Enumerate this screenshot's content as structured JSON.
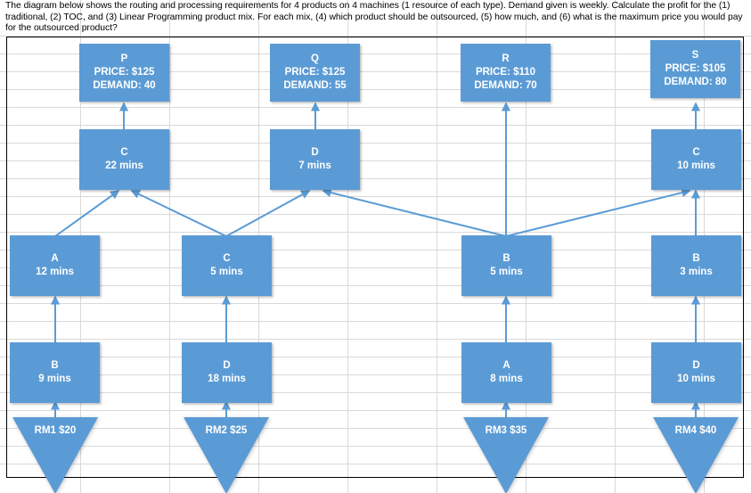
{
  "prompt": {
    "text": "The diagram below shows the routing and processing requirements for 4 products on 4 machines (1 resource of each type). Demand given is weekly. Calculate the profit for the (1) traditional, (2) TOC, and (3) Linear Programming product mix. For each mix, (4) which product should be outsourced, (5) how much, and (6) what is the maximum price you would pay for the outsourced product?"
  },
  "theme": {
    "node_fill": "#5B9BD5",
    "node_text": "#FFFFFF",
    "edge_color": "#5B9BD5",
    "frame_border": "#000000",
    "gridline": "#D9D9D9"
  },
  "diagram": {
    "type": "routing-network",
    "products": [
      {
        "id": "P",
        "name": "P",
        "price_label": "PRICE: $125",
        "demand_label": "DEMAND: 40",
        "price": 125,
        "demand": 40
      },
      {
        "id": "Q",
        "name": "Q",
        "price_label": "PRICE: $125",
        "demand_label": "DEMAND: 55",
        "price": 125,
        "demand": 55
      },
      {
        "id": "R",
        "name": "R",
        "price_label": "PRICE: $110",
        "demand_label": "DEMAND: 70",
        "price": 110,
        "demand": 70
      },
      {
        "id": "S",
        "name": "S",
        "price_label": "PRICE: $105",
        "demand_label": "DEMAND: 80",
        "price": 105,
        "demand": 80
      }
    ],
    "operations_row2": [
      {
        "id": "op-c22",
        "machine": "C",
        "time_label": "22 mins",
        "minutes": 22
      },
      {
        "id": "op-d7",
        "machine": "D",
        "time_label": "7 mins",
        "minutes": 7
      },
      {
        "id": "op-c10",
        "machine": "C",
        "time_label": "10 mins",
        "minutes": 10
      }
    ],
    "operations_row3": [
      {
        "id": "op-a12",
        "machine": "A",
        "time_label": "12 mins",
        "minutes": 12
      },
      {
        "id": "op-c5",
        "machine": "C",
        "time_label": "5 mins",
        "minutes": 5
      },
      {
        "id": "op-b5",
        "machine": "B",
        "time_label": "5 mins",
        "minutes": 5
      },
      {
        "id": "op-b3",
        "machine": "B",
        "time_label": "3 mins",
        "minutes": 3
      }
    ],
    "operations_row4": [
      {
        "id": "op-b9",
        "machine": "B",
        "time_label": "9 mins",
        "minutes": 9
      },
      {
        "id": "op-d18",
        "machine": "D",
        "time_label": "18 mins",
        "minutes": 18
      },
      {
        "id": "op-a8",
        "machine": "A",
        "time_label": "8 mins",
        "minutes": 8
      },
      {
        "id": "op-d10",
        "machine": "D",
        "time_label": "10 mins",
        "minutes": 10
      }
    ],
    "raw_materials": [
      {
        "id": "RM1",
        "name": "RM1",
        "cost_label": "$20",
        "cost": 20
      },
      {
        "id": "RM2",
        "name": "RM2",
        "cost_label": "$25",
        "cost": 25
      },
      {
        "id": "RM3",
        "name": "RM3",
        "cost_label": "$35",
        "cost": 35
      },
      {
        "id": "RM4",
        "name": "RM4",
        "cost_label": "$40",
        "cost": 40
      }
    ],
    "edges": [
      {
        "from": "op-c22",
        "to": "P",
        "kind": "vertical"
      },
      {
        "from": "op-d7",
        "to": "Q",
        "kind": "vertical"
      },
      {
        "from": "op-b5",
        "to": "R",
        "kind": "vertical"
      },
      {
        "from": "op-c10",
        "to": "S",
        "kind": "vertical"
      },
      {
        "from": "op-a12",
        "to": "op-c22",
        "kind": "diagonal"
      },
      {
        "from": "op-c5",
        "to": "op-c22",
        "kind": "diagonal"
      },
      {
        "from": "op-c5",
        "to": "op-d7",
        "kind": "diagonal"
      },
      {
        "from": "op-b5",
        "to": "op-d7",
        "kind": "diagonal"
      },
      {
        "from": "op-b5",
        "to": "op-c10",
        "kind": "diagonal"
      },
      {
        "from": "op-b3",
        "to": "op-c10",
        "kind": "vertical"
      },
      {
        "from": "op-b9",
        "to": "op-a12",
        "kind": "vertical"
      },
      {
        "from": "op-d18",
        "to": "op-c5",
        "kind": "vertical"
      },
      {
        "from": "op-a8",
        "to": "op-b5",
        "kind": "vertical"
      },
      {
        "from": "op-d10",
        "to": "op-b3",
        "kind": "vertical"
      },
      {
        "from": "RM1",
        "to": "op-b9",
        "kind": "vertical"
      },
      {
        "from": "RM2",
        "to": "op-d18",
        "kind": "vertical"
      },
      {
        "from": "RM3",
        "to": "op-a8",
        "kind": "vertical"
      },
      {
        "from": "RM4",
        "to": "op-d10",
        "kind": "vertical"
      }
    ]
  }
}
